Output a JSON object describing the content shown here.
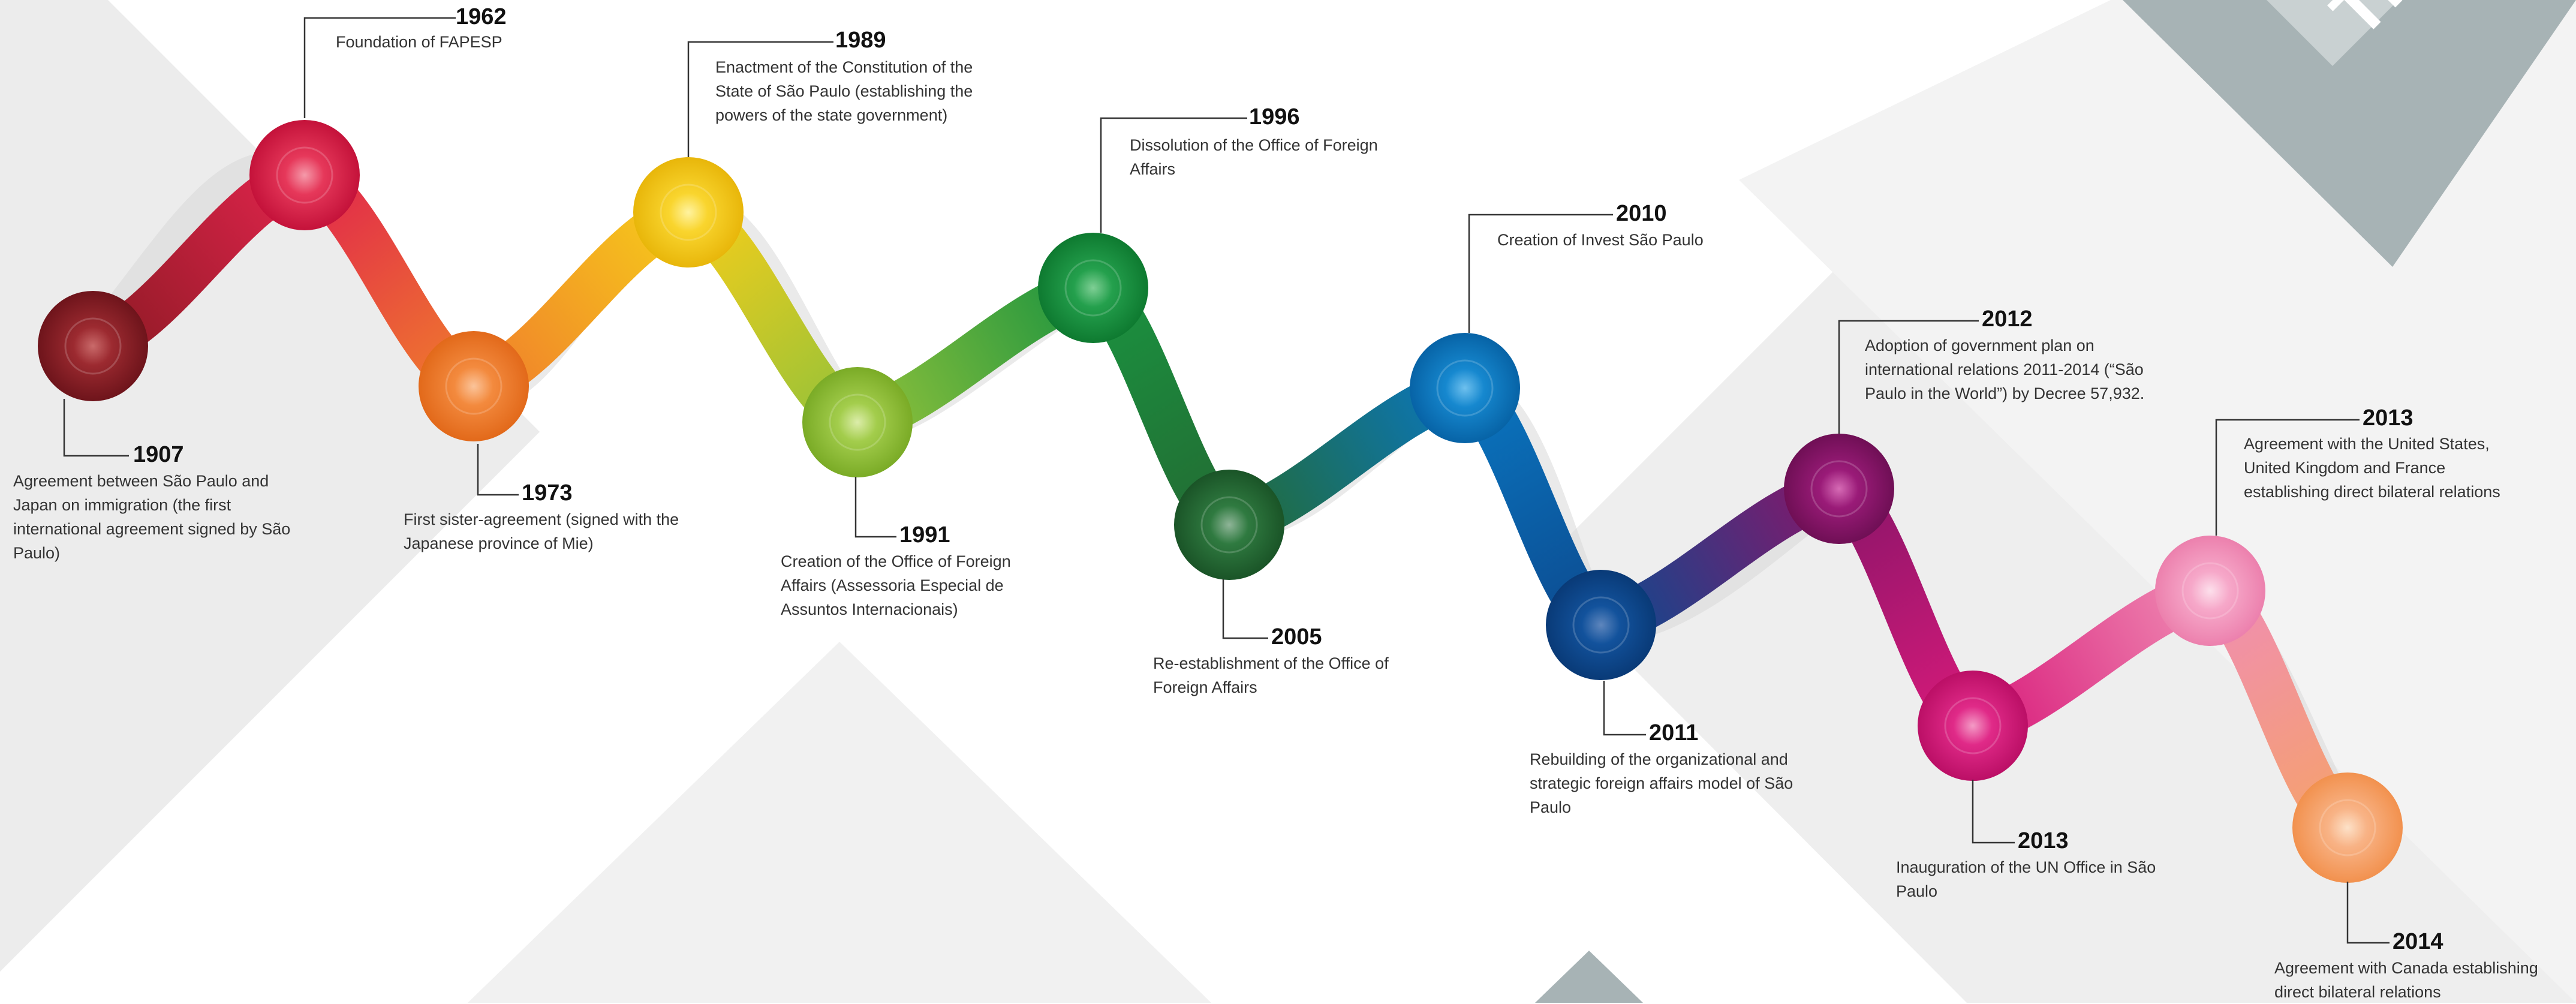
{
  "corner_title": "Timeline",
  "events": [
    {
      "year": "1907",
      "text": "Agreement between São Paulo and Japan on immigration (the first international agreement signed by São Paulo)",
      "color": "#8d1a24"
    },
    {
      "year": "1962",
      "text": "Foundation of FAPESP",
      "color": "#e0244c"
    },
    {
      "year": "1973",
      "text": "First sister-agreement (signed with the Japanese province of Mie)",
      "color": "#f07d2c"
    },
    {
      "year": "1989",
      "text": "Enactment of the Constitution of the State of São Paulo (establishing the powers of the state government)",
      "color": "#f6cd1a"
    },
    {
      "year": "1991",
      "text": "Creation of the Office of Foreign Affairs (Assessoria Especial de Assuntos Internacionais)",
      "color": "#92c23a"
    },
    {
      "year": "1996",
      "text": "Dissolution of the Office of Foreign Affairs",
      "color": "#1a9340"
    },
    {
      "year": "2005",
      "text": "Re-establishment of the Office of Foreign Affairs",
      "color": "#236b33"
    },
    {
      "year": "2010",
      "text": "Creation of Invest São Paulo",
      "color": "#0a76c0"
    },
    {
      "year": "2011",
      "text": "Rebuilding of the organizational and strategic foreign affairs model of São Paulo",
      "color": "#0c4a8f"
    },
    {
      "year": "2012",
      "text": "Adoption of government plan on international relations 2011-2014 (“São Paulo in the World”) by Decree 57,932.",
      "color": "#8a1569"
    },
    {
      "year": "2013",
      "text": "Inauguration of the UN Office in São Paulo",
      "color": "#d81a7a"
    },
    {
      "year": "2013",
      "text": "Agreement with the United States, United Kingdom and France establishing direct bilateral relations",
      "color": "#f08db4"
    },
    {
      "year": "2014",
      "text": "Agreement with Canada establishing direct bilateral relations",
      "color": "#f5a26a"
    }
  ]
}
